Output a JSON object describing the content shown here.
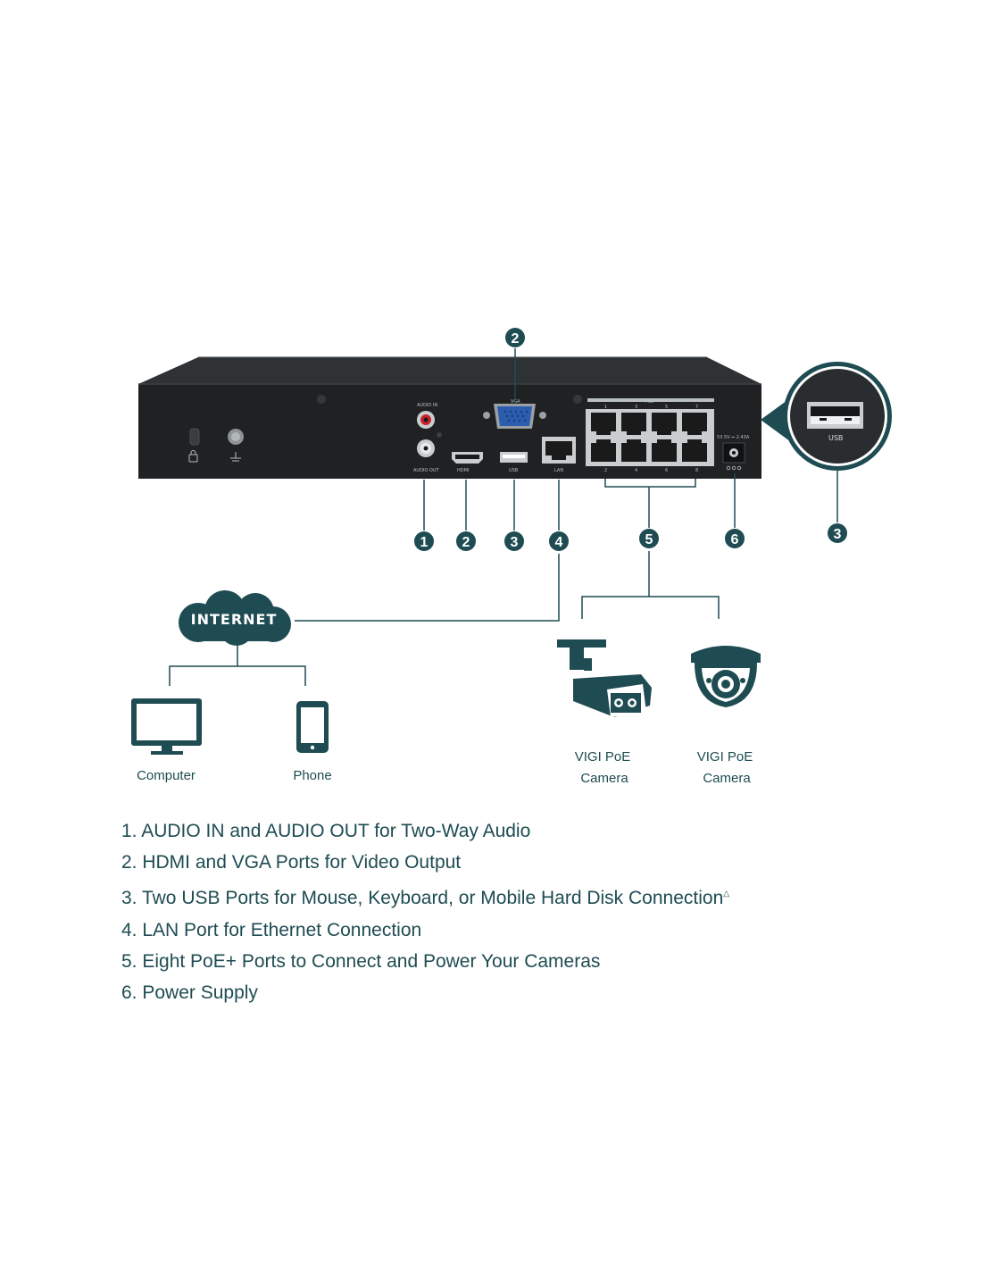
{
  "device": {
    "panel_labels": {
      "audio_in": "AUDIO IN",
      "audio_out": "AUDIO OUT",
      "vga": "VGA",
      "hdmi": "HDMI",
      "usb": "USB",
      "lan": "LAN",
      "poe": "PoE",
      "power_rating": "53.5V ⎓ 2.43A",
      "poe_top_numbers": [
        "1",
        "3",
        "5",
        "7"
      ],
      "poe_bottom_numbers": [
        "2",
        "4",
        "6",
        "8"
      ]
    },
    "usb_zoom_label": "USB"
  },
  "callouts": {
    "audio": "1",
    "vga_top": "2",
    "hdmi": "2",
    "usb": "3",
    "lan": "4",
    "poe": "5",
    "power": "6",
    "usb_zoom": "3"
  },
  "network": {
    "internet_label": "INTERNET",
    "computer_label": "Computer",
    "phone_label": "Phone",
    "camera_1_line1": "VIGI PoE",
    "camera_1_line2": "Camera",
    "camera_2_line1": "VIGI PoE",
    "camera_2_line2": "Camera"
  },
  "features": [
    "1. AUDIO IN and AUDIO OUT for Two-Way Audio",
    "2. HDMI and VGA Ports for Video Output",
    "3. Two USB Ports for Mouse, Keyboard, or Mobile Hard Disk Connection",
    "4. LAN Port for Ethernet Connection",
    "5. Eight PoE+ Ports to Connect and Power Your Cameras",
    "6. Power Supply"
  ],
  "features_footnote_mark": "△",
  "colors": {
    "accent_teal": "#1e4c52",
    "device_body": "#222426",
    "device_top": "#2f3235"
  },
  "icons": [
    "lock-icon",
    "ground-icon",
    "cloud-icon",
    "monitor-icon",
    "phone-icon",
    "bullet-camera-icon",
    "dome-camera-icon"
  ]
}
